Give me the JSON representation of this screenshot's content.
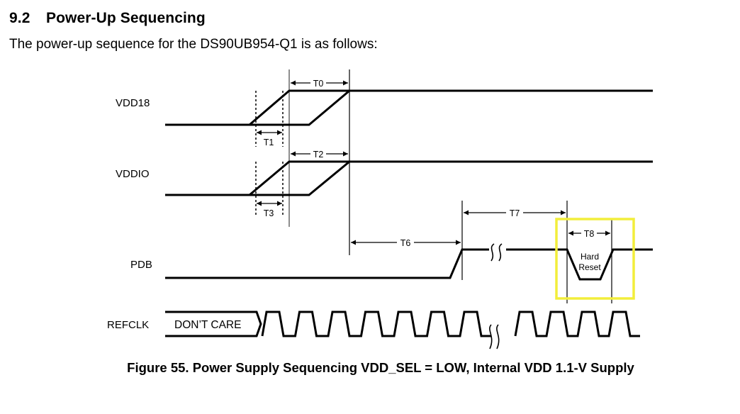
{
  "section": {
    "number": "9.2",
    "title": "Power-Up Sequencing",
    "intro": "The power-up sequence for the DS90UB954-Q1 is as follows:"
  },
  "diagram": {
    "signals": [
      {
        "id": "vdd18",
        "label": "VDD18"
      },
      {
        "id": "vddio",
        "label": "VDDIO"
      },
      {
        "id": "pdb",
        "label": "PDB"
      },
      {
        "id": "refclk",
        "label": "REFCLK"
      }
    ],
    "timing_labels": {
      "t0": "T0",
      "t1": "T1",
      "t2": "T2",
      "t3": "T3",
      "t6": "T6",
      "t7": "T7",
      "t8": "T8"
    },
    "annotations": {
      "dont_care": "DON’T CARE",
      "hard_reset_line1": "Hard",
      "hard_reset_line2": "Reset"
    },
    "highlight_color": "#f2ee3b",
    "line_color": "#000000"
  },
  "caption": "Figure 55.  Power Supply Sequencing VDD_SEL = LOW, Internal VDD 1.1-V Supply"
}
